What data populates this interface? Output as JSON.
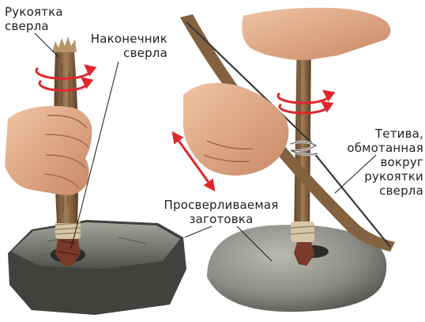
{
  "labels": {
    "drill_handle": [
      "Рукоятка",
      "сверла"
    ],
    "drill_tip": [
      "Наконечник",
      "сверла"
    ],
    "workpiece": [
      "Просверливаемая",
      "заготовка"
    ],
    "bowstring": [
      "Тетива,",
      "обмотанная",
      "вокруг",
      "рукоятки",
      "сверла"
    ]
  },
  "colors": {
    "rotation_arrow": "#e0262b",
    "leader_line": "#1a1a1a",
    "stone": "#7d8079",
    "wood": "#8b6a47",
    "skin": "#e7b08e"
  }
}
